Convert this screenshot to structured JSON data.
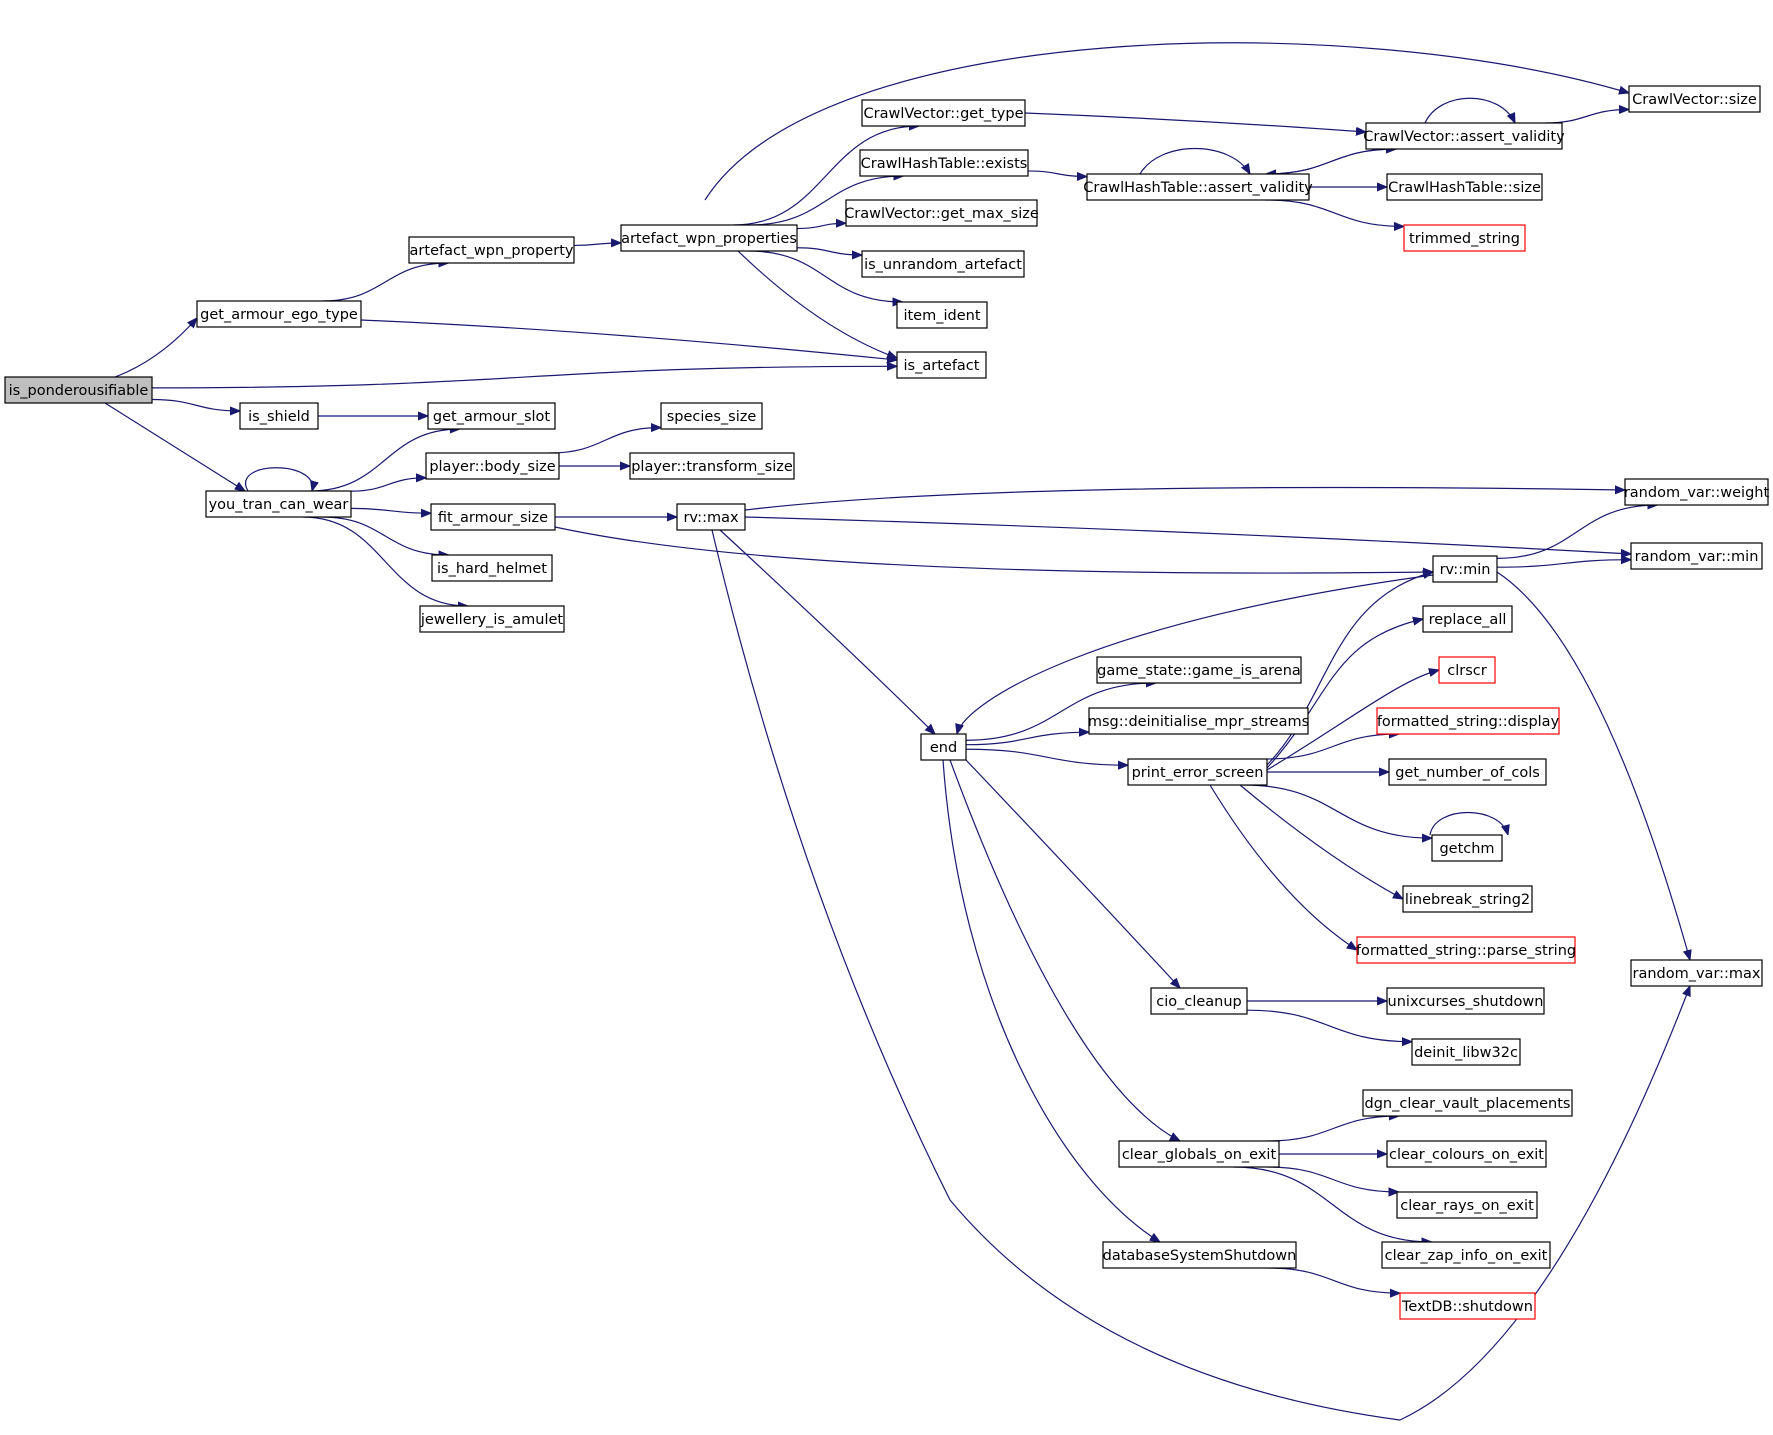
{
  "graph": {
    "colors": {
      "edge": "#191970",
      "node_border": "#000000",
      "node_red_border": "#ff0000",
      "root_fill": "#bfbfbf"
    },
    "nodes": [
      {
        "id": "is_ponderousifiable",
        "label": "is_ponderousifiable",
        "root": true
      },
      {
        "id": "get_armour_ego_type",
        "label": "get_armour_ego_type"
      },
      {
        "id": "is_shield",
        "label": "is_shield"
      },
      {
        "id": "you_tran_can_wear",
        "label": "you_tran_can_wear"
      },
      {
        "id": "artefact_wpn_property",
        "label": "artefact_wpn_property"
      },
      {
        "id": "is_artefact",
        "label": "is_artefact"
      },
      {
        "id": "artefact_wpn_properties",
        "label": "artefact_wpn_properties"
      },
      {
        "id": "cv_get_type",
        "label": "CrawlVector::get_type"
      },
      {
        "id": "cht_exists",
        "label": "CrawlHashTable::exists"
      },
      {
        "id": "cv_get_max_size",
        "label": "CrawlVector::get_max_size"
      },
      {
        "id": "is_unrandom_artefact",
        "label": "is_unrandom_artefact"
      },
      {
        "id": "item_ident",
        "label": "item_ident"
      },
      {
        "id": "cv_size",
        "label": "CrawlVector::size"
      },
      {
        "id": "cv_assert_validity",
        "label": "CrawlVector::assert_validity"
      },
      {
        "id": "cht_assert_validity",
        "label": "CrawlHashTable::assert_validity"
      },
      {
        "id": "cht_size",
        "label": "CrawlHashTable::size"
      },
      {
        "id": "trimmed_string",
        "label": "trimmed_string",
        "red": true
      },
      {
        "id": "get_armour_slot",
        "label": "get_armour_slot"
      },
      {
        "id": "player_body_size",
        "label": "player::body_size"
      },
      {
        "id": "fit_armour_size",
        "label": "fit_armour_size"
      },
      {
        "id": "is_hard_helmet",
        "label": "is_hard_helmet"
      },
      {
        "id": "jewellery_is_amulet",
        "label": "jewellery_is_amulet"
      },
      {
        "id": "species_size",
        "label": "species_size"
      },
      {
        "id": "player_transform_size",
        "label": "player::transform_size"
      },
      {
        "id": "rv_max",
        "label": "rv::max"
      },
      {
        "id": "rv_min",
        "label": "rv::min"
      },
      {
        "id": "random_var_weight",
        "label": "random_var::weight"
      },
      {
        "id": "random_var_min",
        "label": "random_var::min"
      },
      {
        "id": "random_var_max",
        "label": "random_var::max"
      },
      {
        "id": "end",
        "label": "end"
      },
      {
        "id": "game_is_arena",
        "label": "game_state::game_is_arena"
      },
      {
        "id": "msg_deinit",
        "label": "msg::deinitialise_mpr_streams"
      },
      {
        "id": "print_error_screen",
        "label": "print_error_screen"
      },
      {
        "id": "replace_all",
        "label": "replace_all"
      },
      {
        "id": "clrscr",
        "label": "clrscr",
        "red": true
      },
      {
        "id": "fs_display",
        "label": "formatted_string::display",
        "red": true
      },
      {
        "id": "get_number_of_cols",
        "label": "get_number_of_cols"
      },
      {
        "id": "getchm",
        "label": "getchm"
      },
      {
        "id": "linebreak_string2",
        "label": "linebreak_string2"
      },
      {
        "id": "fs_parse_string",
        "label": "formatted_string::parse_string",
        "red": true
      },
      {
        "id": "cio_cleanup",
        "label": "cio_cleanup"
      },
      {
        "id": "unixcurses_shutdown",
        "label": "unixcurses_shutdown"
      },
      {
        "id": "deinit_libw32c",
        "label": "deinit_libw32c"
      },
      {
        "id": "clear_globals_on_exit",
        "label": "clear_globals_on_exit"
      },
      {
        "id": "dgn_clear_vault_placements",
        "label": "dgn_clear_vault_placements"
      },
      {
        "id": "clear_colours_on_exit",
        "label": "clear_colours_on_exit"
      },
      {
        "id": "clear_rays_on_exit",
        "label": "clear_rays_on_exit"
      },
      {
        "id": "clear_zap_info_on_exit",
        "label": "clear_zap_info_on_exit"
      },
      {
        "id": "databaseSystemShutdown",
        "label": "databaseSystemShutdown"
      },
      {
        "id": "textdb_shutdown",
        "label": "TextDB::shutdown",
        "red": true
      }
    ],
    "edges": [
      [
        "is_ponderousifiable",
        "get_armour_ego_type"
      ],
      [
        "is_ponderousifiable",
        "is_artefact"
      ],
      [
        "is_ponderousifiable",
        "is_shield"
      ],
      [
        "is_ponderousifiable",
        "you_tran_can_wear"
      ],
      [
        "get_armour_ego_type",
        "artefact_wpn_property"
      ],
      [
        "get_armour_ego_type",
        "is_artefact"
      ],
      [
        "artefact_wpn_property",
        "artefact_wpn_properties"
      ],
      [
        "artefact_wpn_properties",
        "cv_get_type"
      ],
      [
        "artefact_wpn_properties",
        "cht_exists"
      ],
      [
        "artefact_wpn_properties",
        "cv_get_max_size"
      ],
      [
        "artefact_wpn_properties",
        "is_unrandom_artefact"
      ],
      [
        "artefact_wpn_properties",
        "item_ident"
      ],
      [
        "artefact_wpn_properties",
        "is_artefact"
      ],
      [
        "artefact_wpn_properties",
        "cv_size"
      ],
      [
        "cv_get_type",
        "cv_assert_validity"
      ],
      [
        "cht_exists",
        "cht_assert_validity"
      ],
      [
        "cht_assert_validity",
        "cv_assert_validity"
      ],
      [
        "cht_assert_validity",
        "cht_size"
      ],
      [
        "cht_assert_validity",
        "trimmed_string"
      ],
      [
        "cht_assert_validity",
        "cht_assert_validity"
      ],
      [
        "cv_assert_validity",
        "cht_assert_validity"
      ],
      [
        "cv_assert_validity",
        "cv_size"
      ],
      [
        "cv_assert_validity",
        "cv_assert_validity"
      ],
      [
        "is_shield",
        "get_armour_slot"
      ],
      [
        "you_tran_can_wear",
        "you_tran_can_wear"
      ],
      [
        "you_tran_can_wear",
        "get_armour_slot"
      ],
      [
        "you_tran_can_wear",
        "player_body_size"
      ],
      [
        "you_tran_can_wear",
        "fit_armour_size"
      ],
      [
        "you_tran_can_wear",
        "is_hard_helmet"
      ],
      [
        "you_tran_can_wear",
        "jewellery_is_amulet"
      ],
      [
        "player_body_size",
        "species_size"
      ],
      [
        "player_body_size",
        "player_transform_size"
      ],
      [
        "fit_armour_size",
        "rv_max"
      ],
      [
        "fit_armour_size",
        "rv_min"
      ],
      [
        "rv_max",
        "random_var_weight"
      ],
      [
        "rv_max",
        "random_var_min"
      ],
      [
        "rv_max",
        "end"
      ],
      [
        "rv_max",
        "random_var_max"
      ],
      [
        "rv_min",
        "random_var_weight"
      ],
      [
        "rv_min",
        "random_var_min"
      ],
      [
        "rv_min",
        "random_var_max"
      ],
      [
        "rv_min",
        "end"
      ],
      [
        "end",
        "game_is_arena"
      ],
      [
        "end",
        "msg_deinit"
      ],
      [
        "end",
        "print_error_screen"
      ],
      [
        "end",
        "cio_cleanup"
      ],
      [
        "end",
        "clear_globals_on_exit"
      ],
      [
        "end",
        "databaseSystemShutdown"
      ],
      [
        "print_error_screen",
        "rv_min"
      ],
      [
        "print_error_screen",
        "replace_all"
      ],
      [
        "print_error_screen",
        "clrscr"
      ],
      [
        "print_error_screen",
        "fs_display"
      ],
      [
        "print_error_screen",
        "get_number_of_cols"
      ],
      [
        "print_error_screen",
        "getchm"
      ],
      [
        "print_error_screen",
        "linebreak_string2"
      ],
      [
        "print_error_screen",
        "fs_parse_string"
      ],
      [
        "getchm",
        "getchm"
      ],
      [
        "cio_cleanup",
        "unixcurses_shutdown"
      ],
      [
        "cio_cleanup",
        "deinit_libw32c"
      ],
      [
        "clear_globals_on_exit",
        "dgn_clear_vault_placements"
      ],
      [
        "clear_globals_on_exit",
        "clear_colours_on_exit"
      ],
      [
        "clear_globals_on_exit",
        "clear_rays_on_exit"
      ],
      [
        "clear_globals_on_exit",
        "clear_zap_info_on_exit"
      ],
      [
        "databaseSystemShutdown",
        "textdb_shutdown"
      ]
    ]
  }
}
